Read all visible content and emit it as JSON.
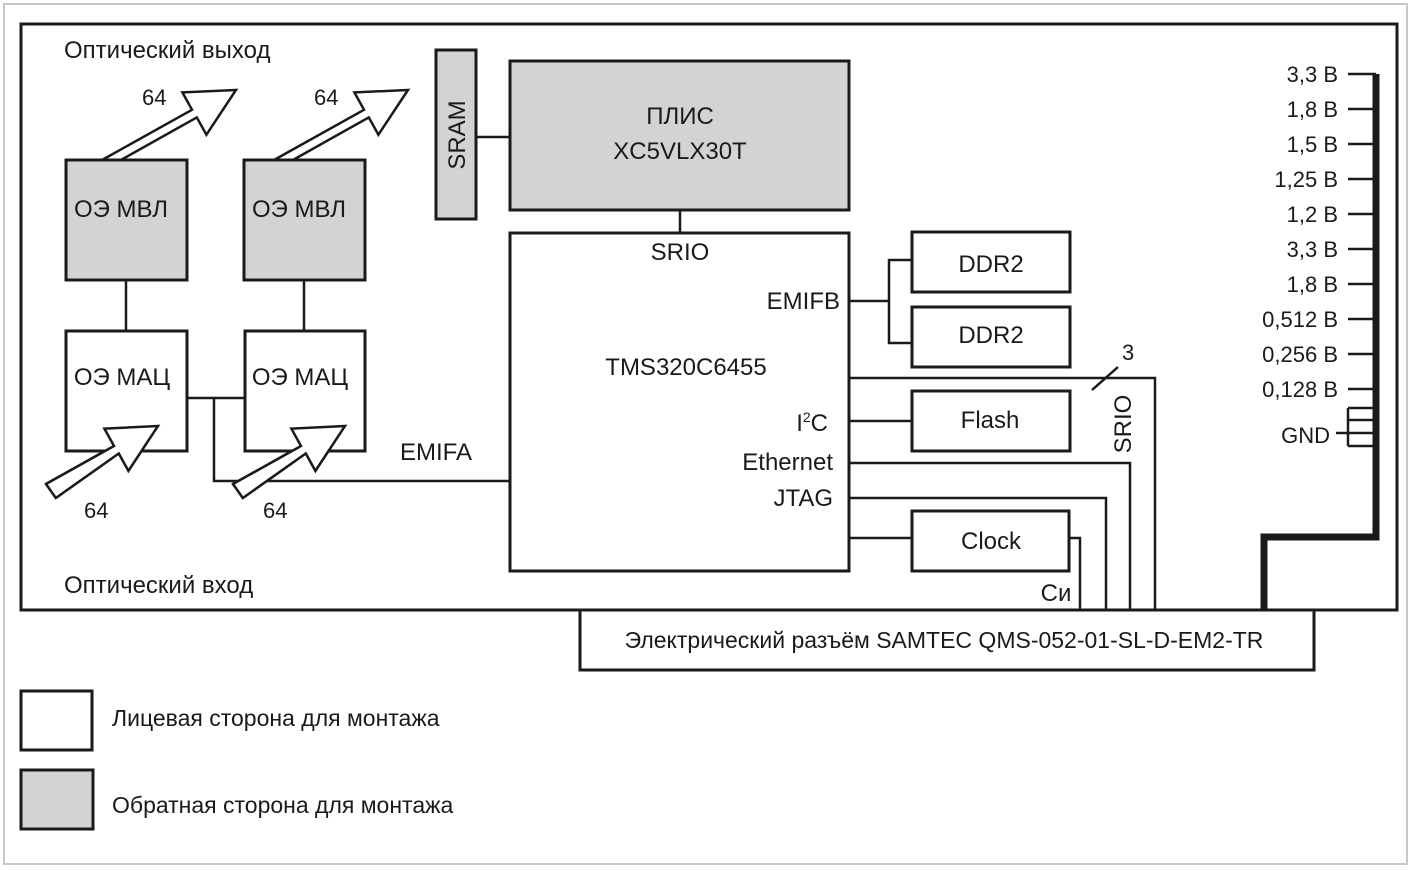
{
  "labels": {
    "optical_out": "Оптический выход",
    "optical_in": "Оптический вход",
    "arrow_count": "64",
    "oe_mvl": "ОЭ МВЛ",
    "oe_mac": "ОЭ МАЦ",
    "sram": "SRAM",
    "fpga_line1": "ПЛИС",
    "fpga_line2": "XC5VLX30T",
    "srio_top": "SRIO",
    "dsp": "TMS320C6455",
    "emifb": "EMIFB",
    "emifa": "EMIFA",
    "i2c_main": "I",
    "i2c_sup": "2",
    "i2c_end": "C",
    "ethernet": "Ethernet",
    "jtag": "JTAG",
    "ddr2": "DDR2",
    "flash": "Flash",
    "clock": "Clock",
    "srio_side": "SRIO",
    "srio_count": "3",
    "si": "Си",
    "connector": "Электрический разъём SAMTEC QMS-052-01-SL-D-EM2-TR"
  },
  "power_rails": [
    "3,3 В",
    "1,8 В",
    "1,5 В",
    "1,25 В",
    "1,2 В",
    "3,3 В",
    "1,8 В",
    "0,512 В",
    "0,256 В",
    "0,128 В"
  ],
  "gnd": "GND",
  "legend": {
    "front": "Лицевая сторона для монтажа",
    "back": "Обратная сторона для монтажа"
  },
  "colors": {
    "front_fill": "#ffffff",
    "back_fill": "#d5d2d3",
    "stroke": "#1a1a1a"
  }
}
